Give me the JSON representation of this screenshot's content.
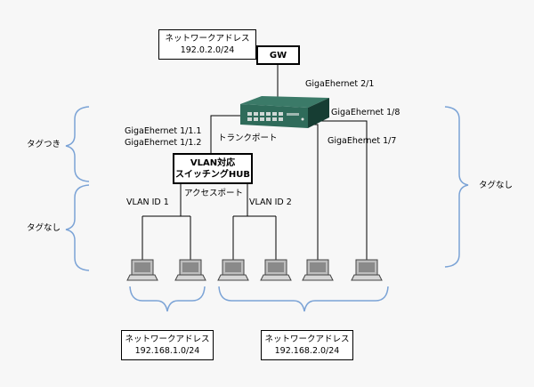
{
  "network_top": {
    "title": "ネットワークアドレス",
    "address": "192.0.2.0/24"
  },
  "gw_label": "GW",
  "router_port_uplink": "GigaEhernet 2/1",
  "router_port_18": "GigaEhernet 1/8",
  "router_port_17": "GigaEhernet 1/7",
  "router_port_111": "GigaEhernet 1/1.1",
  "router_port_112": "GigaEhernet 1/1.2",
  "trunk_port": "トランクポート",
  "hub": {
    "line1": "VLAN対応",
    "line2": "スイッチングHUB"
  },
  "access_port": "アクセスポート",
  "vlan1": "VLAN ID 1",
  "vlan2": "VLAN ID 2",
  "tagged_left": "タグつき",
  "untagged_left": "タグなし",
  "untagged_right": "タグなし",
  "network_left": {
    "title": "ネットワークアドレス",
    "address": "192.168.1.0/24"
  },
  "network_right": {
    "title": "ネットワークアドレス",
    "address": "192.168.2.0/24"
  },
  "colors": {
    "bracket": "#7ba3d6",
    "router_body": "#1c4a3e",
    "router_front": "#2f6b5a",
    "line": "#000000"
  }
}
